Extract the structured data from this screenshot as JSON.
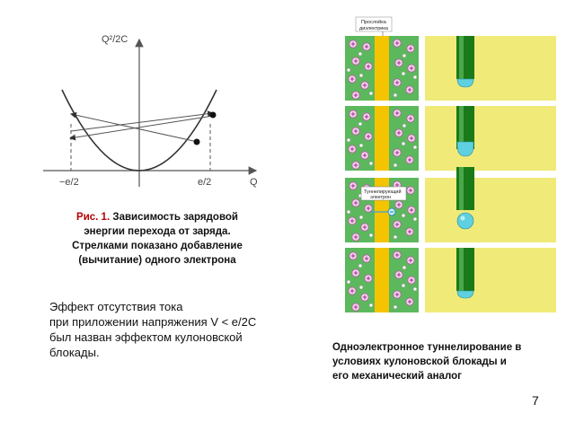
{
  "figure1": {
    "axis_labels": {
      "y": "Q²/2C",
      "x": "Q",
      "neg": "−e/2",
      "pos": "e/2"
    },
    "caption": {
      "label": "Рис. 1.",
      "line1": "Зависимость зарядовой",
      "line2": "энергии перехода от заряда.",
      "line3": "Стрелками показано добавление",
      "line4": "(вычитание) одного электрона"
    }
  },
  "effect_text": {
    "line1": "Эффект отсутствия тока",
    "line2": "при приложении напряжения  V < e/2C",
    "line3": "был назван эффектом кулоновской",
    "line4": "блокады."
  },
  "figure2": {
    "dielectric_label_line1": "Прослойка",
    "dielectric_label_line2": "диэлектрика",
    "tunneling_label_line1": "Туннелирующий",
    "tunneling_label_line2": "электрон",
    "caption": {
      "line1": "Одноэлектронное туннелирование в",
      "line2": "условиях кулоновской блокады и",
      "line3": "его механический аналог"
    }
  },
  "page_number": "7",
  "colors": {
    "green": "#5cb85c",
    "yellow_strip": "#f5c400",
    "panel_yellow": "#f0ea78",
    "tube": "#1a7a1a",
    "drop": "#5fd0e0",
    "caption_red": "#b30000"
  },
  "icons": [
    "positive-ion-icon",
    "negative-charge-icon",
    "arrow-icon"
  ]
}
